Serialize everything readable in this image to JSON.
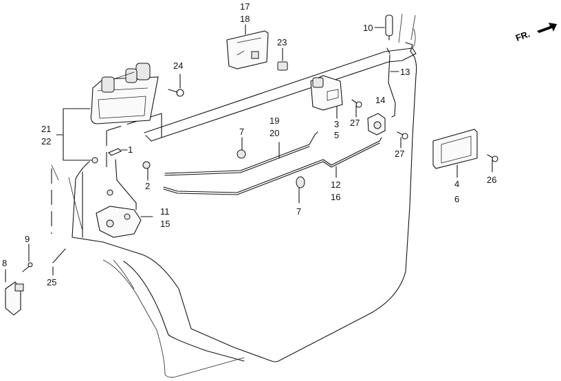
{
  "diagram": {
    "title": "Rear door lock / handle parts diagram",
    "direction_indicator": {
      "label": "FR.",
      "icon": "front-arrow-icon"
    },
    "callouts": [
      {
        "id": "c1",
        "text": "1"
      },
      {
        "id": "c2",
        "text": "2"
      },
      {
        "id": "c3",
        "text": "3"
      },
      {
        "id": "c5",
        "text": "5"
      },
      {
        "id": "c4",
        "text": "4"
      },
      {
        "id": "c6",
        "text": "6"
      },
      {
        "id": "c7a",
        "text": "7"
      },
      {
        "id": "c7b",
        "text": "7"
      },
      {
        "id": "c8",
        "text": "8"
      },
      {
        "id": "c9",
        "text": "9"
      },
      {
        "id": "c10",
        "text": "10"
      },
      {
        "id": "c11",
        "text": "11"
      },
      {
        "id": "c15",
        "text": "15"
      },
      {
        "id": "c12",
        "text": "12"
      },
      {
        "id": "c16",
        "text": "16"
      },
      {
        "id": "c13",
        "text": "13"
      },
      {
        "id": "c14",
        "text": "14"
      },
      {
        "id": "c17",
        "text": "17"
      },
      {
        "id": "c18",
        "text": "18"
      },
      {
        "id": "c19",
        "text": "19"
      },
      {
        "id": "c20",
        "text": "20"
      },
      {
        "id": "c21",
        "text": "21"
      },
      {
        "id": "c22",
        "text": "22"
      },
      {
        "id": "c23",
        "text": "23"
      },
      {
        "id": "c24",
        "text": "24"
      },
      {
        "id": "c25",
        "text": "25"
      },
      {
        "id": "c26",
        "text": "26"
      },
      {
        "id": "c27a",
        "text": "27"
      },
      {
        "id": "c27b",
        "text": "27"
      }
    ]
  }
}
